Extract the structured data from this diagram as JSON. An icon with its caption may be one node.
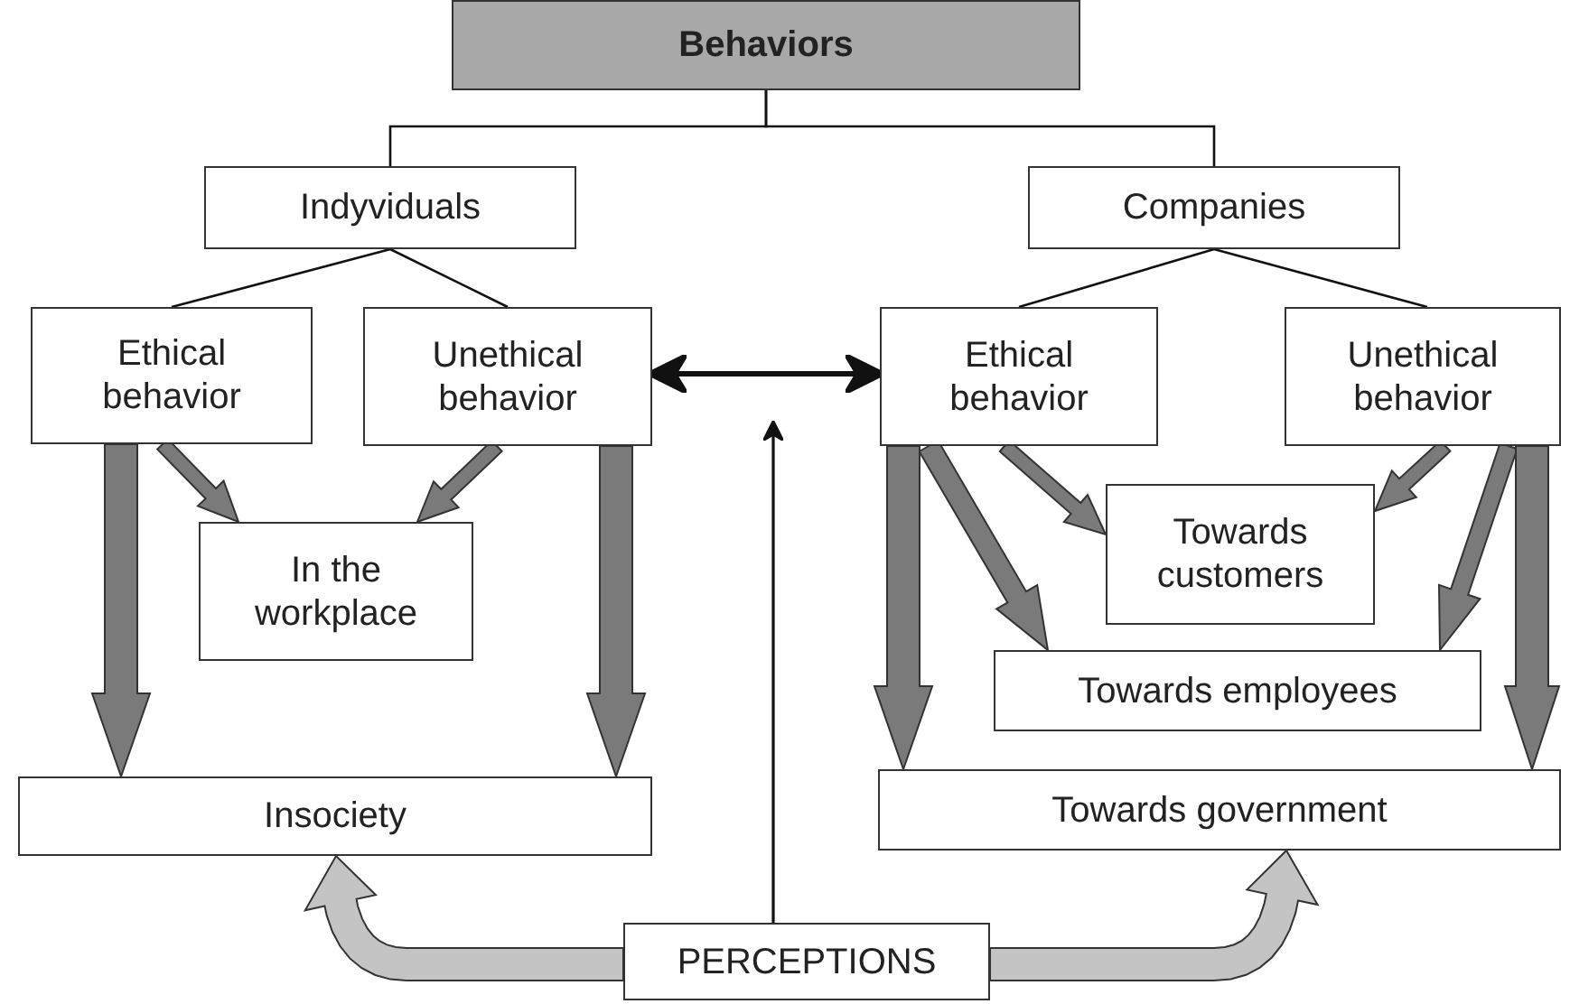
{
  "diagram": {
    "nodes": [
      {
        "text": [
          "Behaviors"
        ]
      },
      {
        "text": [
          "Indyviduals"
        ]
      },
      {
        "text": [
          "Companies"
        ]
      },
      {
        "text": [
          "Ethical behavior"
        ]
      },
      {
        "text": [
          "Unethical behavior"
        ]
      },
      {
        "text": [
          "In the workplace"
        ]
      },
      {
        "text": [
          "Insociety"
        ]
      },
      {
        "text": [
          "Ethical behavior"
        ]
      },
      {
        "text": [
          "Unethical behavior"
        ]
      },
      {
        "text": [
          "Towards customers"
        ]
      },
      {
        "text": [
          "Towards employees"
        ]
      },
      {
        "text": [
          "Towards government"
        ]
      },
      {
        "text": [
          "PERCEPTIONS"
        ]
      }
    ],
    "edges": [
      {
        "from": 0,
        "to": 1,
        "arrow": "none"
      },
      {
        "from": 0,
        "to": 2,
        "arrow": "none"
      },
      {
        "from": 1,
        "to": 3,
        "arrow": "none"
      },
      {
        "from": 1,
        "to": 4,
        "arrow": "none"
      },
      {
        "from": 2,
        "to": 7,
        "arrow": "none"
      },
      {
        "from": 2,
        "to": 8,
        "arrow": "none"
      },
      {
        "from": 4,
        "to": 7,
        "arrow": "both",
        "style": "thick"
      },
      {
        "from": 12,
        "to": null,
        "arrow": "to"
      },
      {
        "from": 3,
        "to": 5,
        "arrow": "to",
        "style": "thick",
        "color": "#7a7a7a"
      },
      {
        "from": 4,
        "to": 5,
        "arrow": "to",
        "style": "thick",
        "color": "#7a7a7a"
      },
      {
        "from": 3,
        "to": 6,
        "arrow": "to",
        "style": "thick",
        "color": "#7a7a7a"
      },
      {
        "from": 4,
        "to": 6,
        "arrow": "to",
        "style": "thick",
        "color": "#7a7a7a"
      },
      {
        "from": 7,
        "to": 9,
        "arrow": "to",
        "style": "thick",
        "color": "#7a7a7a"
      },
      {
        "from": 7,
        "to": 10,
        "arrow": "to",
        "style": "thick",
        "color": "#7a7a7a"
      },
      {
        "from": 7,
        "to": 11,
        "arrow": "to",
        "style": "thick",
        "color": "#7a7a7a"
      },
      {
        "from": 8,
        "to": 9,
        "arrow": "to",
        "style": "thick",
        "color": "#7a7a7a"
      },
      {
        "from": 8,
        "to": 10,
        "arrow": "to",
        "style": "thick",
        "color": "#7a7a7a"
      },
      {
        "from": 8,
        "to": 11,
        "arrow": "to",
        "style": "thick",
        "color": "#7a7a7a"
      },
      {
        "from": 12,
        "to": 6,
        "arrow": "to",
        "style": "thick",
        "color": "#c4c4c4"
      },
      {
        "from": 12,
        "to": 11,
        "arrow": "to",
        "style": "thick",
        "color": "#c4c4c4"
      }
    ]
  }
}
